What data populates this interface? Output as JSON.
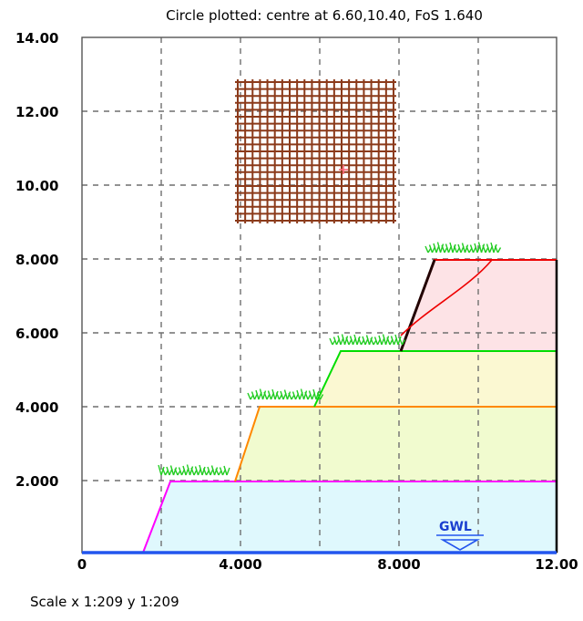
{
  "title": "Circle plotted: centre at 6.60,10.40, FoS  1.640",
  "scale_text": "Scale x 1:209  y 1:209",
  "gwl_label": "GWL",
  "x_ticks": [
    "0",
    "4.000",
    "8.000",
    "12.00"
  ],
  "y_ticks": [
    "2.000",
    "4.000",
    "6.000",
    "8.000",
    "10.00",
    "12.00",
    "14.00"
  ],
  "axes": {
    "x_range": [
      0,
      12
    ],
    "y_range": [
      0,
      14
    ],
    "grid": true
  },
  "circle_centre": [
    6.6,
    10.4
  ],
  "fos": 1.64,
  "search_grid": {
    "x_range": [
      4.0,
      8.2
    ],
    "y_range": [
      9.0,
      12.8
    ]
  },
  "colors": {
    "layer1_line": "#ff00ff",
    "layer1_fill": "#dff8fd",
    "layer2_line": "#ff8800",
    "layer2_fill": "#f1fbcf",
    "layer3_line": "#00dd00",
    "layer3_fill": "#fbf8d2",
    "layer4_line": "#ee0000",
    "layer4_fill": "#fde3e6",
    "gwl": "#2255ee",
    "grid_marks": "#8b3a1a",
    "grass": "#22cc22"
  }
}
